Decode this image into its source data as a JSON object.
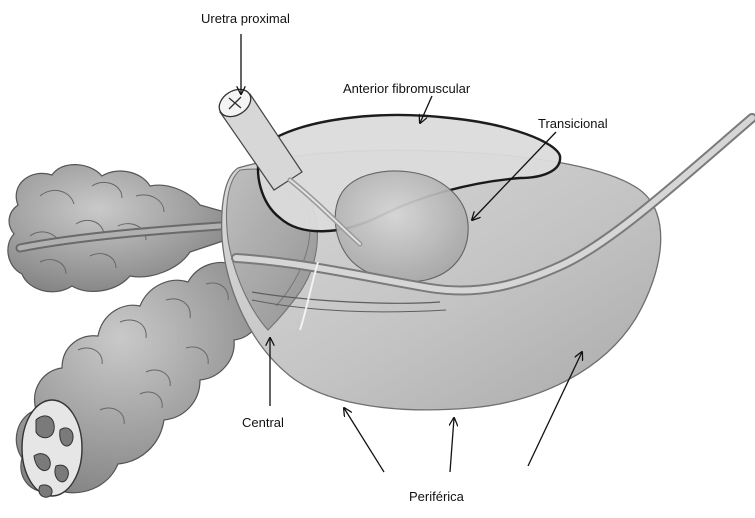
{
  "labels": {
    "uretra": "Uretra proximal",
    "anterior": "Anterior fibromuscular",
    "transicional": "Transicional",
    "central": "Central",
    "periferica": "Periférica"
  },
  "colors": {
    "background": "#ffffff",
    "line": "#111111",
    "zone_fill": "#c8c8c8",
    "dark_fill": "#9a9a9a",
    "light_fill": "#e4e4e4"
  }
}
